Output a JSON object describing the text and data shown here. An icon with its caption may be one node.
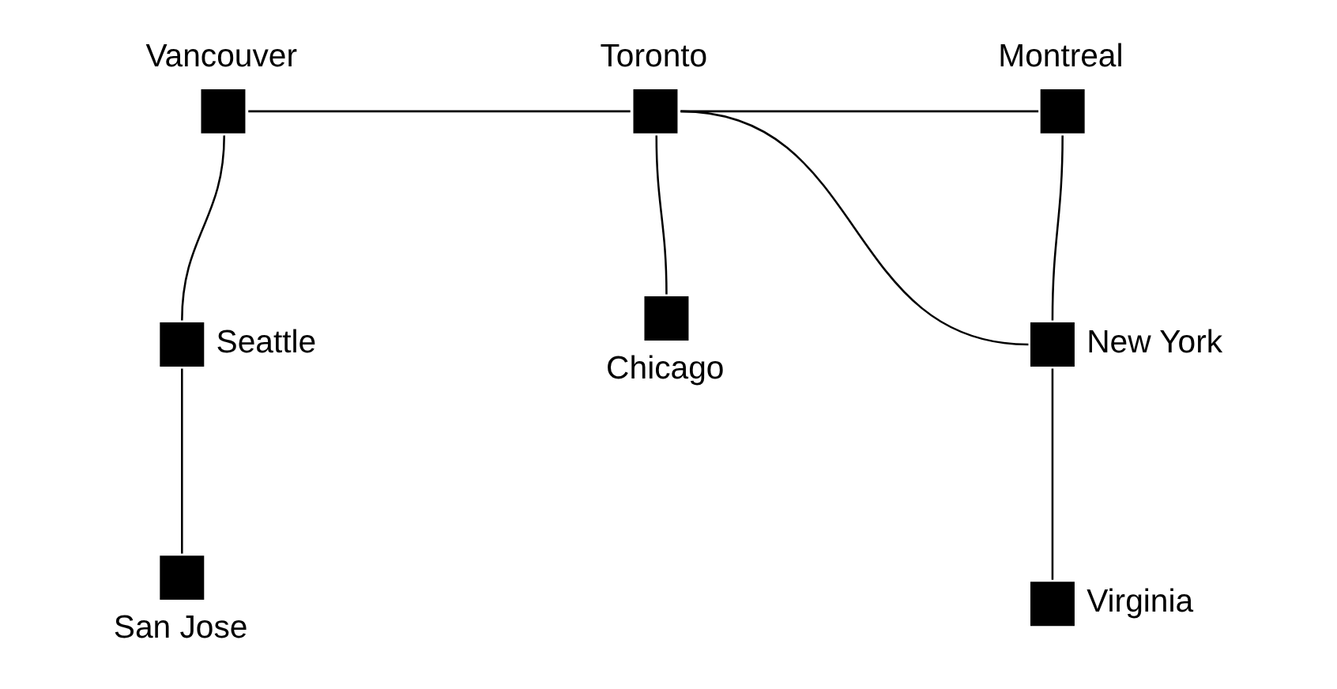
{
  "diagram": {
    "nodes": [
      {
        "text": [],
        "shape": "box",
        "beside": [
          "Vancouver"
        ]
      },
      {
        "text": [],
        "shape": "box",
        "beside": [
          "Toronto"
        ]
      },
      {
        "text": [],
        "shape": "box",
        "beside": [
          "Montreal"
        ]
      },
      {
        "text": [],
        "shape": "box",
        "beside": [
          "Seattle"
        ]
      },
      {
        "text": [],
        "shape": "box",
        "beside": [
          "Chicago"
        ]
      },
      {
        "text": [],
        "shape": "box",
        "beside": [
          "New York"
        ]
      },
      {
        "text": [],
        "shape": "box",
        "beside": [
          "Virginia"
        ]
      },
      {
        "text": [],
        "shape": "box",
        "beside": [
          "San Jose"
        ]
      }
    ],
    "edges": [
      {
        "from": 0,
        "to": 1,
        "arrow": "none"
      },
      {
        "from": 1,
        "to": 2,
        "arrow": "none"
      },
      {
        "from": 0,
        "to": 3,
        "arrow": "none"
      },
      {
        "from": 3,
        "to": 7,
        "arrow": "none"
      },
      {
        "from": 1,
        "to": 4,
        "arrow": "none"
      },
      {
        "from": 1,
        "to": 5,
        "arrow": "none"
      },
      {
        "from": 2,
        "to": 5,
        "arrow": "none"
      },
      {
        "from": 5,
        "to": 6,
        "arrow": "none"
      }
    ]
  }
}
